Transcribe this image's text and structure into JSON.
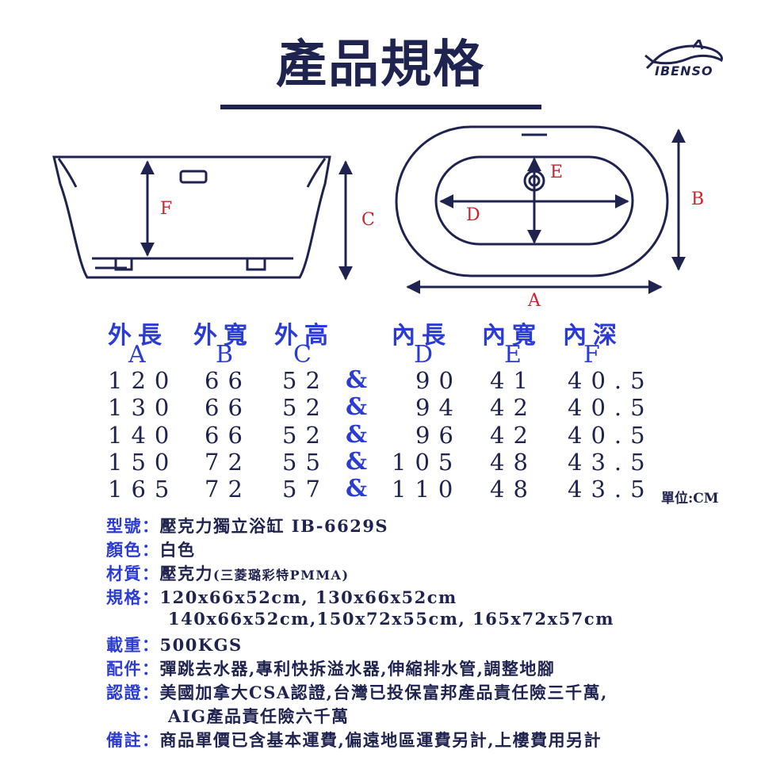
{
  "title": "產品規格",
  "brand": "IBENSO",
  "diagram_labels": {
    "F": "F",
    "C": "C",
    "E": "E",
    "D": "D",
    "B": "B",
    "A": "A"
  },
  "table": {
    "headers": [
      "外長",
      "外寬",
      "外高",
      "內長",
      "內寬",
      "內深"
    ],
    "letters": [
      "A",
      "B",
      "C",
      "D",
      "E",
      "F"
    ],
    "amp": "&",
    "rows": [
      [
        "120",
        "66",
        "52",
        "90",
        "41",
        "40.5"
      ],
      [
        "130",
        "66",
        "52",
        "94",
        "42",
        "40.5"
      ],
      [
        "140",
        "66",
        "52",
        "96",
        "42",
        "40.5"
      ],
      [
        "150",
        "72",
        "55",
        "105",
        "48",
        "43.5"
      ],
      [
        "165",
        "72",
        "57",
        "110",
        "48",
        "43.5"
      ]
    ],
    "unit": "單位:CM"
  },
  "specs": {
    "model_key": "型號",
    "model_val": "壓克力獨立浴缸 IB-6629S",
    "color_key": "顏色",
    "color_val": "白色",
    "material_key": "材質",
    "material_val": "壓克力",
    "material_note": "(三菱璐彩特PMMA)",
    "size_key": "規格",
    "size_val_1": "120x66x52cm, 130x66x52cm",
    "size_val_2": "140x66x52cm,150x72x55cm, 165x72x57cm",
    "load_key": "載重",
    "load_val": "500KGS",
    "parts_key": "配件",
    "parts_val": "彈跳去水器,專利快拆溢水器,伸縮排水管,調整地腳",
    "cert_key": "認證",
    "cert_val_1": "美國加拿大CSA認證,台灣已投保富邦產品責任險三千萬,",
    "cert_val_2": "AIG產品責任險六千萬",
    "note_key": "備註",
    "note_val": "商品單價已含基本運費,偏遠地區運費另計,上樓費用另計",
    "sep": "："
  },
  "colors": {
    "navy": "#1f2350",
    "blue": "#2b3bd6",
    "red": "#d0202a"
  }
}
